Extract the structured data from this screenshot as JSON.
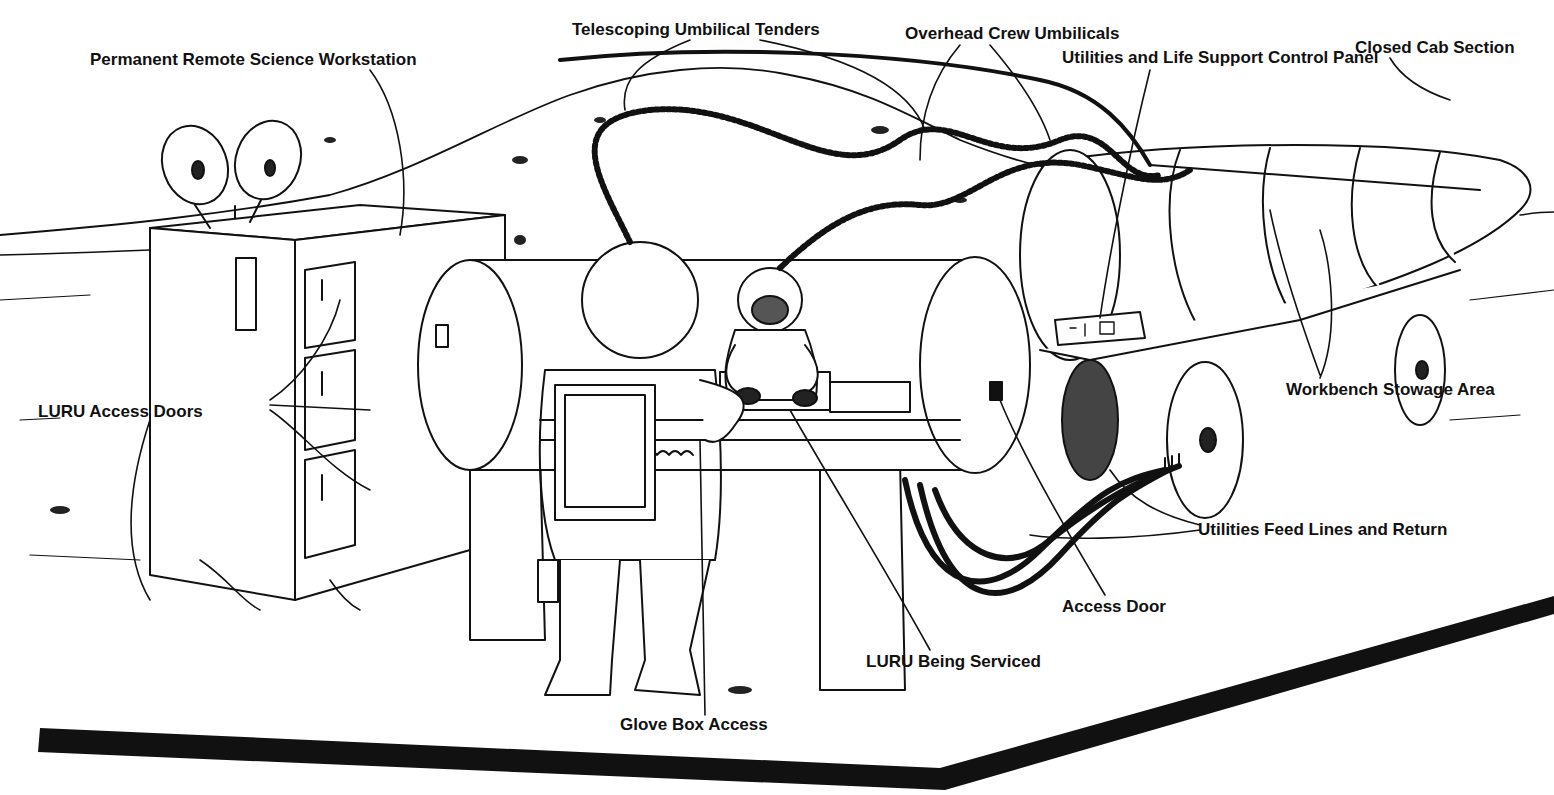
{
  "diagram": {
    "labels": [
      "Telescoping Umbilical Tenders",
      "Overhead Crew Umbilicals",
      "Permanent Remote Science Workstation",
      "Utilities and Life Support Control Panel",
      "Closed Cab Section",
      "LURU Access Doors",
      "Workbench Stowage Area",
      "Utilities Feed Lines and Return",
      "Access Door",
      "LURU Being Serviced",
      "Glove Box Access"
    ]
  }
}
